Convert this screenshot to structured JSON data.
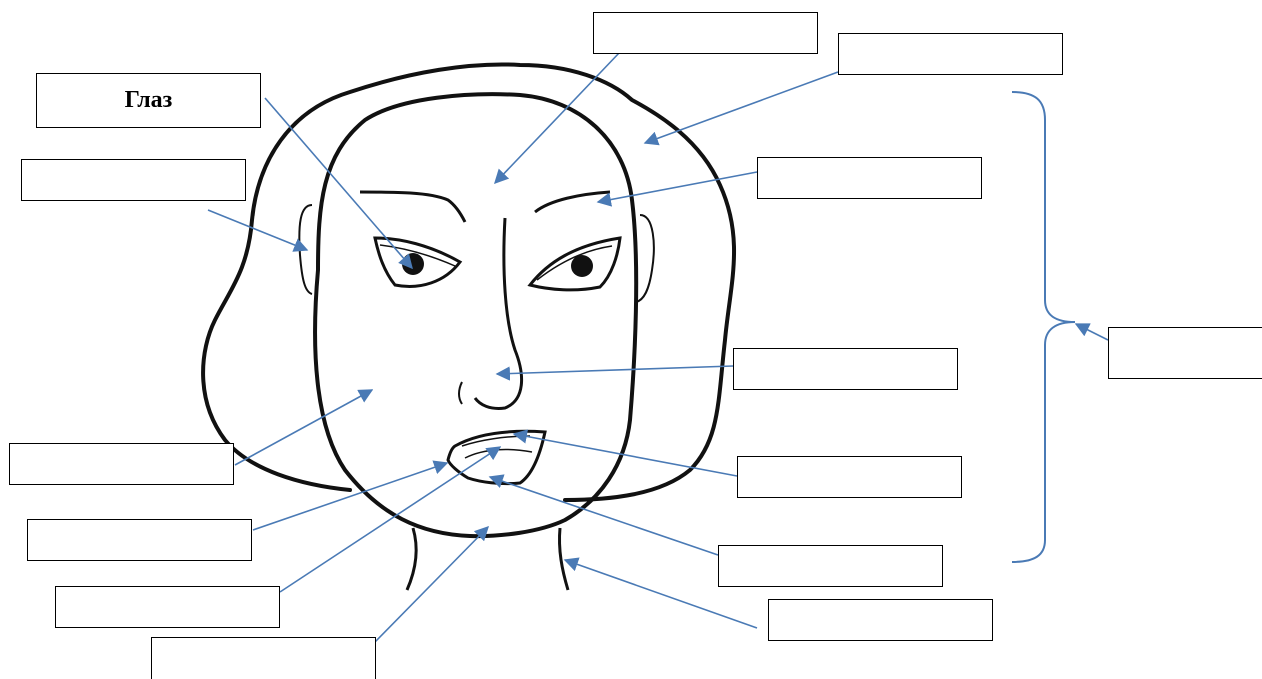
{
  "diagram": {
    "labels": [
      {
        "id": "eye",
        "text": "Глаз"
      },
      {
        "id": "forehead",
        "text": ""
      },
      {
        "id": "hair",
        "text": ""
      },
      {
        "id": "ear",
        "text": ""
      },
      {
        "id": "eyebrow",
        "text": ""
      },
      {
        "id": "nose",
        "text": ""
      },
      {
        "id": "head",
        "text": ""
      },
      {
        "id": "cheek",
        "text": ""
      },
      {
        "id": "upper-lip",
        "text": ""
      },
      {
        "id": "lips",
        "text": ""
      },
      {
        "id": "lower-lip",
        "text": ""
      },
      {
        "id": "teeth",
        "text": ""
      },
      {
        "id": "neck",
        "text": ""
      },
      {
        "id": "chin",
        "text": ""
      }
    ],
    "colors": {
      "arrow": "#4a7ab5",
      "ink": "#111111",
      "box_border": "#000000"
    }
  }
}
